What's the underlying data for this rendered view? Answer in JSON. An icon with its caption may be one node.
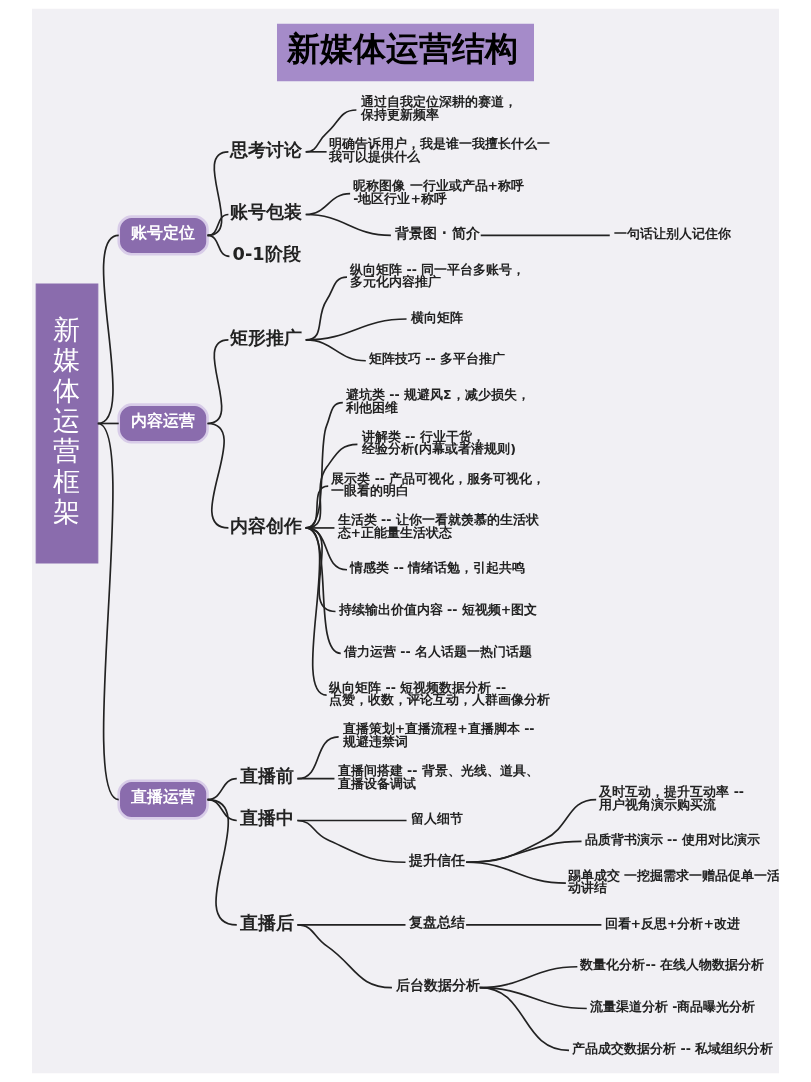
{
  "diagram": {
    "title": "新媒体运营结构",
    "nodes": [
      {
        "text": [
          "新媒体运营框架"
        ]
      },
      {
        "text": [
          "账号定位"
        ]
      },
      {
        "text": [
          "思考讨论"
        ]
      },
      {
        "text": [
          "通过自我定位深耕的赛道，保持更新频率"
        ]
      },
      {
        "text": [
          "明确告诉用户，我是谁一我擅长什么一我可以提供什么"
        ]
      },
      {
        "text": [
          "账号包装"
        ]
      },
      {
        "text": [
          "昵称图像 一行业或产品+称呼 -地区行业+称呼"
        ]
      },
      {
        "text": [
          "背景图 · 简介"
        ]
      },
      {
        "text": [
          "一句话让别人记住你"
        ]
      },
      {
        "text": [
          "0-1阶段"
        ]
      },
      {
        "text": [
          "内容运营"
        ]
      },
      {
        "text": [
          "矩形推广"
        ]
      },
      {
        "text": [
          "纵向矩阵 -- 同一平台多账号，多元化内容推广"
        ]
      },
      {
        "text": [
          "横向矩阵"
        ]
      },
      {
        "text": [
          "矩阵技巧 -- 多平台推广"
        ]
      },
      {
        "text": [
          "内容创作"
        ]
      },
      {
        "text": [
          "避坑类 -- 规避风Σ，减少损失，利他困维"
        ]
      },
      {
        "text": [
          "讲解类 -- 行业干货，经验分析(内幕或者潜规则)"
        ]
      },
      {
        "text": [
          "展示类 -- 产品可视化，服务可视化，一眼看的明白"
        ]
      },
      {
        "text": [
          "生活类 -- 让你一看就羡慕的生活状态+正能量生活状态"
        ]
      },
      {
        "text": [
          "情感类 -- 情绪话勉，引起共鸣"
        ]
      },
      {
        "text": [
          "持续输出价值内容 -- 短视频+图文"
        ]
      },
      {
        "text": [
          "借力运营 -- 名人话题一热门话题"
        ]
      },
      {
        "text": [
          "纵向矩阵 -- 短视频数据分析 -- 点赞，收数，评论互动，人群画像分析"
        ]
      },
      {
        "text": [
          "直播运营"
        ]
      },
      {
        "text": [
          "直播前"
        ]
      },
      {
        "text": [
          "直播策划+直播流程+直播脚本 -- 规避违禁词"
        ]
      },
      {
        "text": [
          "直播间搭建 -- 背景、光线、道具、直播设备调试"
        ]
      },
      {
        "text": [
          "直播中"
        ]
      },
      {
        "text": [
          "留人细节"
        ]
      },
      {
        "text": [
          "提升信任"
        ]
      },
      {
        "text": [
          "及时互动，提升互动率 -- 用户视角演示购买流"
        ]
      },
      {
        "text": [
          "品质背书演示 -- 使用对比演示"
        ]
      },
      {
        "text": [
          "踢单成交 一挖掘需求一赠品促单一活动讲结"
        ]
      },
      {
        "text": [
          "直播后"
        ]
      },
      {
        "text": [
          "复盘总结"
        ]
      },
      {
        "text": [
          "回看+反思+分析+改进"
        ]
      },
      {
        "text": [
          "后台数据分析"
        ]
      },
      {
        "text": [
          "数量化分析-- 在线人物数据分析"
        ]
      },
      {
        "text": [
          "流量渠道分析 -商品曝光分析"
        ]
      },
      {
        "text": [
          "产品成交数据分析 -- 私域组织分析"
        ]
      }
    ],
    "edges": [
      {
        "from": 0,
        "to": 1,
        "arrow": "none"
      },
      {
        "from": 0,
        "to": 10,
        "arrow": "none"
      },
      {
        "from": 0,
        "to": 24,
        "arrow": "none"
      },
      {
        "from": 1,
        "to": 2,
        "arrow": "none"
      },
      {
        "from": 1,
        "to": 5,
        "arrow": "none"
      },
      {
        "from": 1,
        "to": 9,
        "arrow": "none"
      },
      {
        "from": 2,
        "to": 3,
        "arrow": "none"
      },
      {
        "from": 2,
        "to": 4,
        "arrow": "none"
      },
      {
        "from": 5,
        "to": 6,
        "arrow": "none"
      },
      {
        "from": 5,
        "to": 7,
        "arrow": "none"
      },
      {
        "from": 7,
        "to": 8,
        "arrow": "none"
      },
      {
        "from": 10,
        "to": 11,
        "arrow": "none"
      },
      {
        "from": 10,
        "to": 15,
        "arrow": "none"
      },
      {
        "from": 11,
        "to": 12,
        "arrow": "none"
      },
      {
        "from": 11,
        "to": 13,
        "arrow": "none"
      },
      {
        "from": 11,
        "to": 14,
        "arrow": "none"
      },
      {
        "from": 15,
        "to": 16,
        "arrow": "none"
      },
      {
        "from": 15,
        "to": 17,
        "arrow": "none"
      },
      {
        "from": 15,
        "to": 18,
        "arrow": "none"
      },
      {
        "from": 15,
        "to": 19,
        "arrow": "none"
      },
      {
        "from": 15,
        "to": 20,
        "arrow": "none"
      },
      {
        "from": 15,
        "to": 21,
        "arrow": "none"
      },
      {
        "from": 15,
        "to": 22,
        "arrow": "none"
      },
      {
        "from": 15,
        "to": 23,
        "arrow": "none"
      },
      {
        "from": 24,
        "to": 25,
        "arrow": "none"
      },
      {
        "from": 24,
        "to": 28,
        "arrow": "none"
      },
      {
        "from": 24,
        "to": 34,
        "arrow": "none"
      },
      {
        "from": 25,
        "to": 26,
        "arrow": "none"
      },
      {
        "from": 25,
        "to": 27,
        "arrow": "none"
      },
      {
        "from": 28,
        "to": 29,
        "arrow": "none"
      },
      {
        "from": 28,
        "to": 30,
        "arrow": "none"
      },
      {
        "from": 30,
        "to": 31,
        "arrow": "none"
      },
      {
        "from": 30,
        "to": 32,
        "arrow": "none"
      },
      {
        "from": 30,
        "to": 33,
        "arrow": "none"
      },
      {
        "from": 34,
        "to": 35,
        "arrow": "none"
      },
      {
        "from": 34,
        "to": 37,
        "arrow": "none"
      },
      {
        "from": 35,
        "to": 36,
        "arrow": "none"
      },
      {
        "from": 37,
        "to": 38,
        "arrow": "none"
      },
      {
        "from": 37,
        "to": 39,
        "arrow": "none"
      },
      {
        "from": 37,
        "to": 40,
        "arrow": "none"
      }
    ]
  }
}
